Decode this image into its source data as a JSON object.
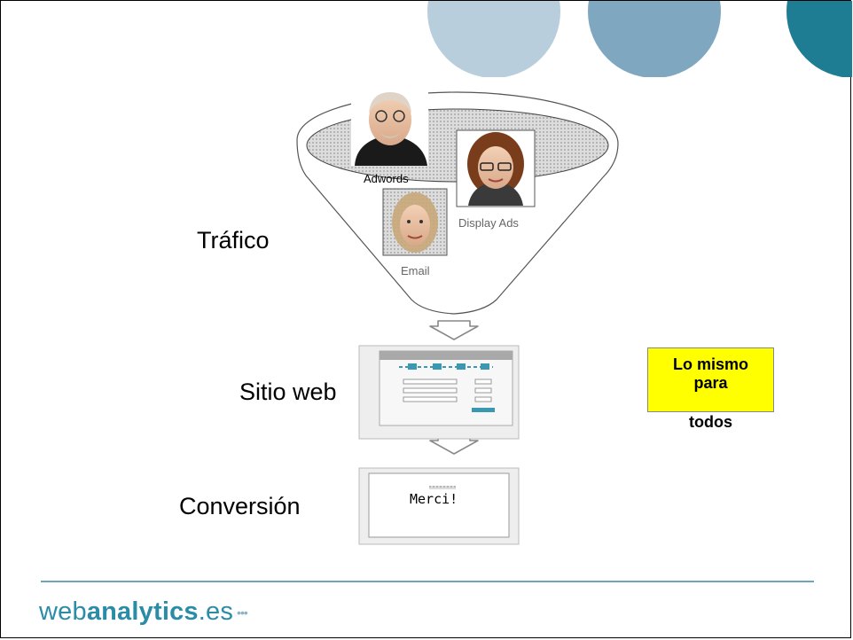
{
  "slide": {
    "funnel_label": "Tráfico",
    "site_label": "Sitio web",
    "conversion_label": "Conversión",
    "sources": [
      {
        "label": "Adwords"
      },
      {
        "label": "Display Ads"
      },
      {
        "label": "Email"
      }
    ],
    "thank_you_text": "Merci!",
    "callout": {
      "line1": "Lo mismo",
      "line2": "para",
      "line3": "todos"
    },
    "footer": {
      "brand_prefix": "web",
      "brand_bold": "analytics",
      "brand_suffix": ".es",
      "brand_dots": "•••"
    }
  },
  "colors": {
    "accent": "#2b8ca8",
    "circle_light": "#b8cedd",
    "circle_mid": "#7fa7bf",
    "circle_dark": "#1f7d93",
    "callout_bg": "#ffff00"
  }
}
